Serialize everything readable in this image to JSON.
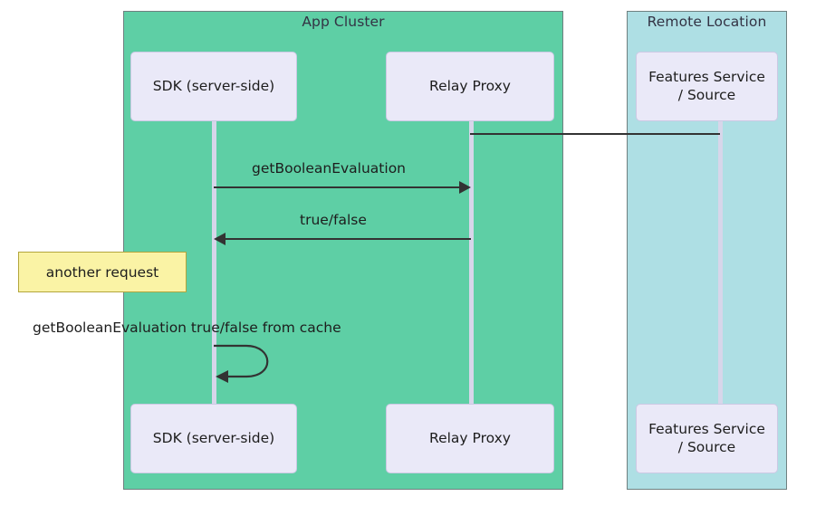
{
  "diagram": {
    "type": "sequence-diagram",
    "groups": [
      {
        "id": "app-cluster",
        "title": "App Cluster",
        "color": "#5ecfa5"
      },
      {
        "id": "remote-location",
        "title": "Remote Location",
        "color": "#aedfe4"
      }
    ],
    "participants": [
      {
        "id": "sdk",
        "label": "SDK (server-side)",
        "group": "app-cluster"
      },
      {
        "id": "relay",
        "label": "Relay Proxy",
        "group": "app-cluster"
      },
      {
        "id": "features",
        "label": "Features Service\n/ Source",
        "line1": "Features Service",
        "line2": "/ Source",
        "group": "remote-location"
      }
    ],
    "messages": [
      {
        "id": "m0",
        "from": "relay",
        "to": "features",
        "label": "",
        "arrow": "none"
      },
      {
        "id": "m1",
        "from": "sdk",
        "to": "relay",
        "label": "getBooleanEvaluation",
        "arrow": "right"
      },
      {
        "id": "m2",
        "from": "relay",
        "to": "sdk",
        "label": "true/false",
        "arrow": "left"
      },
      {
        "id": "m3",
        "from": "sdk",
        "to": "sdk",
        "label": "getBooleanEvaluation true/false from cache",
        "arrow": "self"
      }
    ],
    "notes": [
      {
        "id": "n1",
        "text": "another request",
        "color": "#faf3a5"
      }
    ]
  }
}
